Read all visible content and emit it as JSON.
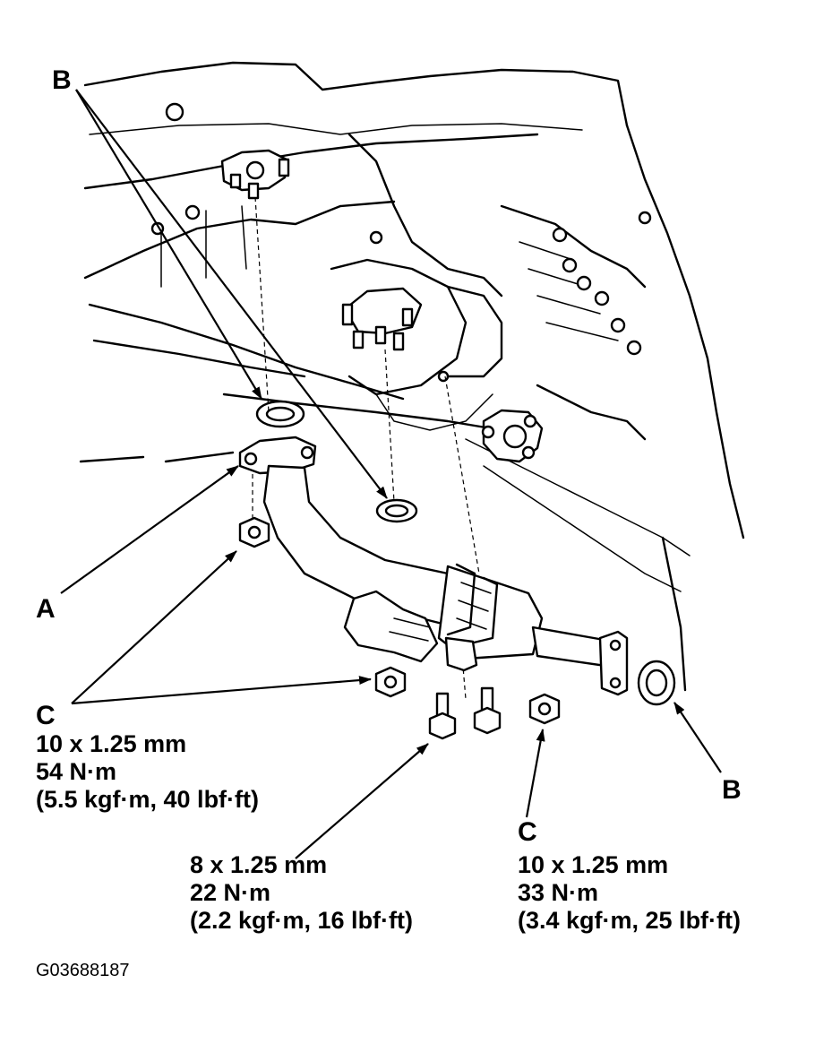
{
  "labels": {
    "b_top": "B",
    "a": "A",
    "c_left": "C",
    "b_right": "B",
    "c_right": "C"
  },
  "specs": {
    "left_bolt": [
      "10 x 1.25 mm",
      "54 N·m",
      "(5.5 kgf·m, 40 lbf·ft)"
    ],
    "middle_bolt": [
      "8 x 1.25 mm",
      "22 N·m",
      "(2.2 kgf·m, 16 lbf·ft)"
    ],
    "right_nut": [
      "10 x 1.25 mm",
      "33 N·m",
      "(3.4 kgf·m, 25 lbf·ft)"
    ]
  },
  "figure_id": "G03688187"
}
